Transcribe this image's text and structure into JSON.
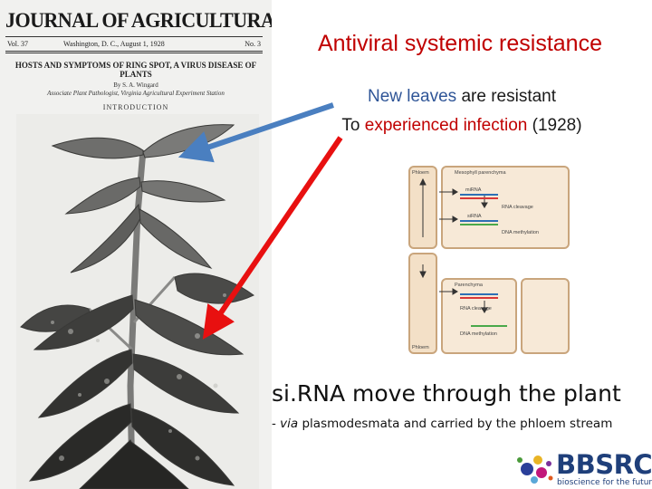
{
  "journal": {
    "title": "JOURNAL OF AGRICULTURAL RESEARCH",
    "volume": "Vol. 37",
    "place_date": "Washington, D. C., August 1, 1928",
    "number": "No. 3",
    "article_title": "HOSTS AND SYMPTOMS OF RING SPOT, A VIRUS DISEASE OF PLANTS",
    "author": "By S. A. Wingard",
    "affiliation": "Associate Plant Pathologist, Virginia Agricultural Experiment Station",
    "section": "INTRODUCTION"
  },
  "slide": {
    "title": "Antiviral systemic resistance",
    "line1_highlight": "New leaves",
    "line1_rest": " are resistant",
    "line2_start": "To ",
    "line2_highlight": "experienced infection",
    "line2_rest": " (1928)",
    "sirna_title": "si.RNA move through the plant",
    "sirna_sub_prefix": "- ",
    "sirna_sub_italic": "via",
    "sirna_sub_rest": " plasmodesmata and carried by the phloem stream"
  },
  "diagram": {
    "phloem_top": "Phloem",
    "mesophyll": "Mesophyll parenchyma",
    "mirna": "miRNA",
    "rna_cleavage": "RNA cleavage",
    "sirna": "siRNA",
    "dna_methylation": "DNA methylation",
    "parenchyma": "Parenchyma",
    "rna_cleavage_2": "RNA cleavage",
    "dna_methylation_2": "DNA methylation",
    "phloem_bottom": "Phloem"
  },
  "logo": {
    "name": "BBSRC",
    "tagline": "bioscience for the future"
  },
  "colors": {
    "accent_red": "#c00000",
    "accent_blue": "#2f5597",
    "arrow_red": "#e81010",
    "arrow_blue": "#4a7fc0",
    "logo_blue": "#1f3f7a"
  }
}
